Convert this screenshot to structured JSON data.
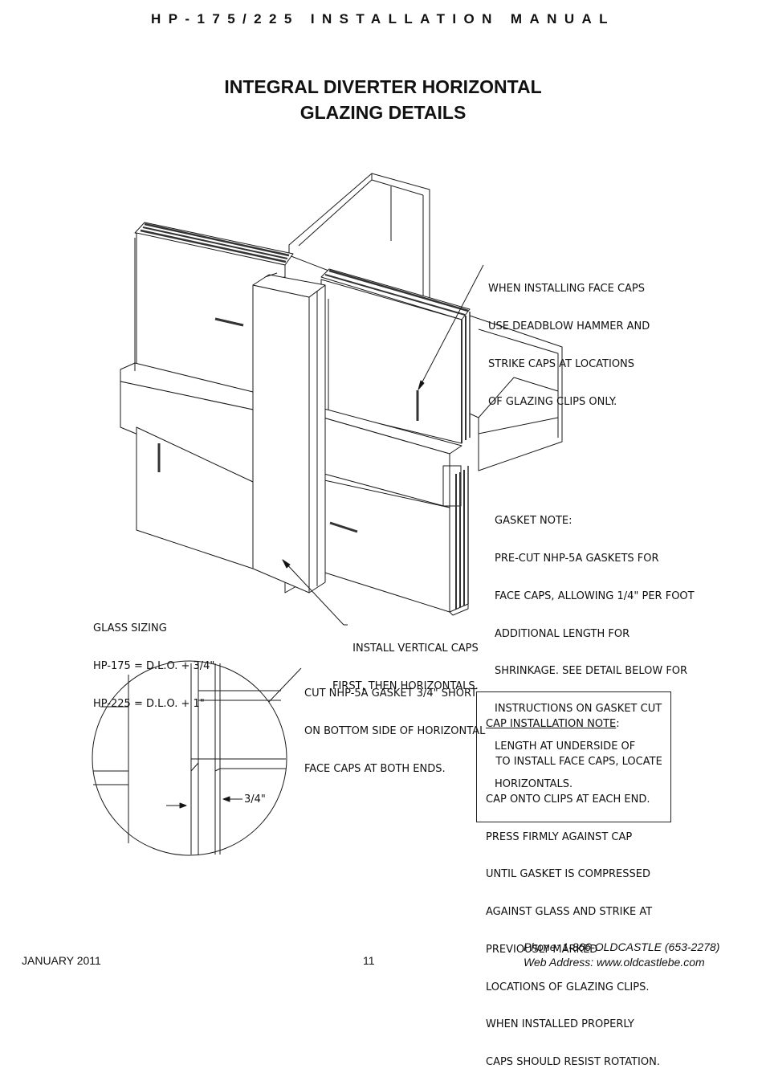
{
  "header": {
    "title": "HP-175/225 INSTALLATION MANUAL"
  },
  "page_title": {
    "line1": "INTEGRAL DIVERTER HORIZONTAL",
    "line2": "GLAZING DETAILS"
  },
  "notes": {
    "face_caps": [
      "WHEN INSTALLING FACE CAPS",
      "USE DEADBLOW HAMMER AND",
      "STRIKE CAPS AT LOCATIONS",
      "OF GLAZING CLIPS ONLY."
    ],
    "gasket": [
      "GASKET NOTE:",
      "PRE-CUT NHP-5A GASKETS FOR",
      "FACE CAPS, ALLOWING 1/4\" PER FOOT",
      "ADDITIONAL LENGTH FOR",
      "SHRINKAGE. SEE DETAIL BELOW FOR",
      "INSTRUCTIONS ON GASKET CUT",
      "LENGTH AT UNDERSIDE OF",
      "HORIZONTALS."
    ],
    "glass_sizing": [
      "GLASS SIZING",
      "HP-175 = D.L.O. + 3/4\"",
      "HP-225 = D.L.O. + 1\""
    ],
    "vertical_caps": [
      "INSTALL VERTICAL CAPS",
      "FIRST, THEN HORIZONTALS."
    ],
    "cut_gasket": [
      "CUT NHP-5A GASKET 3/4\" SHORT",
      "ON BOTTOM SIDE OF HORIZONTAL",
      "FACE CAPS AT BOTH ENDS."
    ],
    "dimension": "3/4\""
  },
  "cap_installation": {
    "heading": "CAP INSTALLATION NOTE",
    "heading_suffix": ":",
    "lines": [
      "   TO INSTALL FACE CAPS, LOCATE",
      "CAP ONTO CLIPS AT EACH END.",
      "PRESS FIRMLY AGAINST CAP",
      "UNTIL GASKET IS COMPRESSED",
      "AGAINST GLASS AND STRIKE AT",
      "PREVIOUSLY MARKED",
      "LOCATIONS OF GLAZING CLIPS.",
      "WHEN INSTALLED PROPERLY",
      "CAPS SHOULD RESIST ROTATION."
    ]
  },
  "footer": {
    "date": "JANUARY 2011",
    "page_number": "11",
    "phone": "Phone: 1-866-OLDCASTLE (653-2278)",
    "web": "Web Address: www.oldcastlebe.com"
  }
}
